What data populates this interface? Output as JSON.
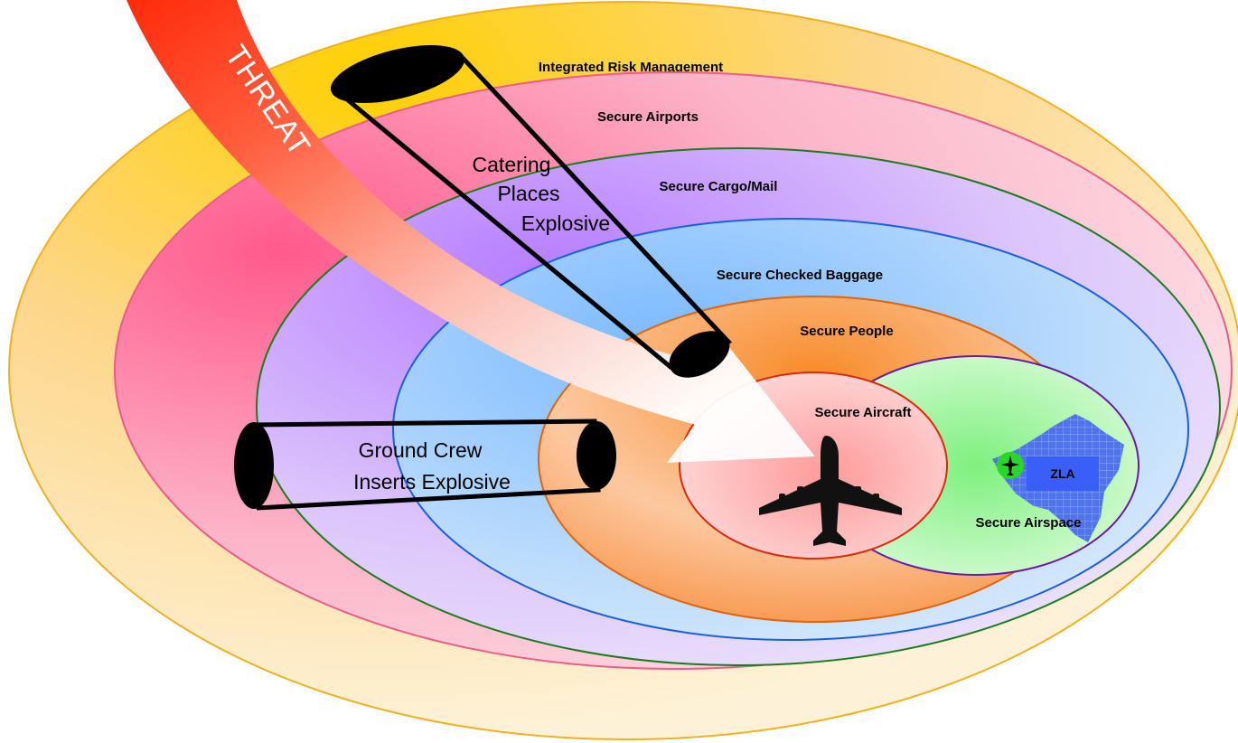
{
  "layers": {
    "risk": "Integrated Risk Management",
    "airports": "Secure Airports",
    "cargo": "Secure Cargo/Mail",
    "baggage": "Secure Checked Baggage",
    "people": "Secure People",
    "aircraft": "Secure Aircraft",
    "airspace": "Secure Airspace"
  },
  "threat_label": "THREAT",
  "scenarios": {
    "catering": [
      "Catering",
      "Places",
      "Explosive"
    ],
    "ground_crew": [
      "Ground Crew",
      "Inserts Explosive"
    ]
  },
  "zla_label": "ZLA",
  "colors": {
    "risk": "#f7c640",
    "airports": "#ff6f9a",
    "cargo": "#c79bff",
    "baggage": "#8fc8ff",
    "people": "#f9a04a",
    "aircraft": "#ff8a8a",
    "airspace": "#8ef08e",
    "threat": "#ff3010",
    "zla": "#3a6fff"
  }
}
